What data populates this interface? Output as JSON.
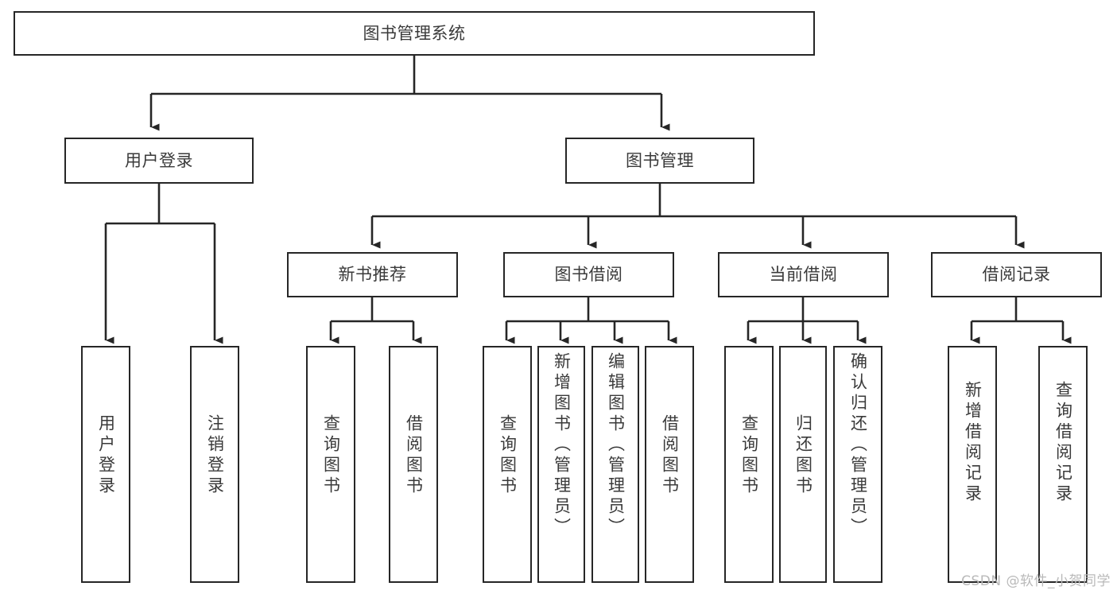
{
  "diagram": {
    "title": "图书管理系统",
    "watermark": "CSDN @软件_小贺同学",
    "colors": {
      "stroke": "#262626",
      "text": "#3a3a3a",
      "background": "#ffffff",
      "watermark": "#b9b9b9"
    },
    "nodes": {
      "root": {
        "label": "图书管理系统"
      },
      "level2": [
        {
          "id": "user-login",
          "label": "用户登录"
        },
        {
          "id": "book-manage",
          "label": "图书管理"
        }
      ],
      "level3": [
        {
          "id": "new-book-recommend",
          "label": "新书推荐"
        },
        {
          "id": "book-borrow",
          "label": "图书借阅"
        },
        {
          "id": "current-borrow",
          "label": "当前借阅"
        },
        {
          "id": "borrow-record",
          "label": "借阅记录"
        }
      ],
      "leaves": {
        "user_login": [
          {
            "id": "leaf-user-login",
            "label": "用户登录"
          },
          {
            "id": "leaf-logout",
            "label": "注销登录"
          }
        ],
        "new_book_recommend": [
          {
            "id": "leaf-query-book-1",
            "label": "查询图书"
          },
          {
            "id": "leaf-borrow-book-1",
            "label": "借阅图书"
          }
        ],
        "book_borrow": [
          {
            "id": "leaf-query-book-2",
            "label": "查询图书"
          },
          {
            "id": "leaf-add-book",
            "label": "新增图书（管理员）"
          },
          {
            "id": "leaf-edit-book",
            "label": "编辑图书（管理员）"
          },
          {
            "id": "leaf-borrow-book-2",
            "label": "借阅图书"
          }
        ],
        "current_borrow": [
          {
            "id": "leaf-query-book-3",
            "label": "查询图书"
          },
          {
            "id": "leaf-return-book",
            "label": "归还图书"
          },
          {
            "id": "leaf-confirm-return",
            "label": "确认归还（管理员）"
          }
        ],
        "borrow_record": [
          {
            "id": "leaf-add-record",
            "label": "新增借阅记录"
          },
          {
            "id": "leaf-query-record",
            "label": "查询借阅记录"
          }
        ]
      }
    }
  }
}
